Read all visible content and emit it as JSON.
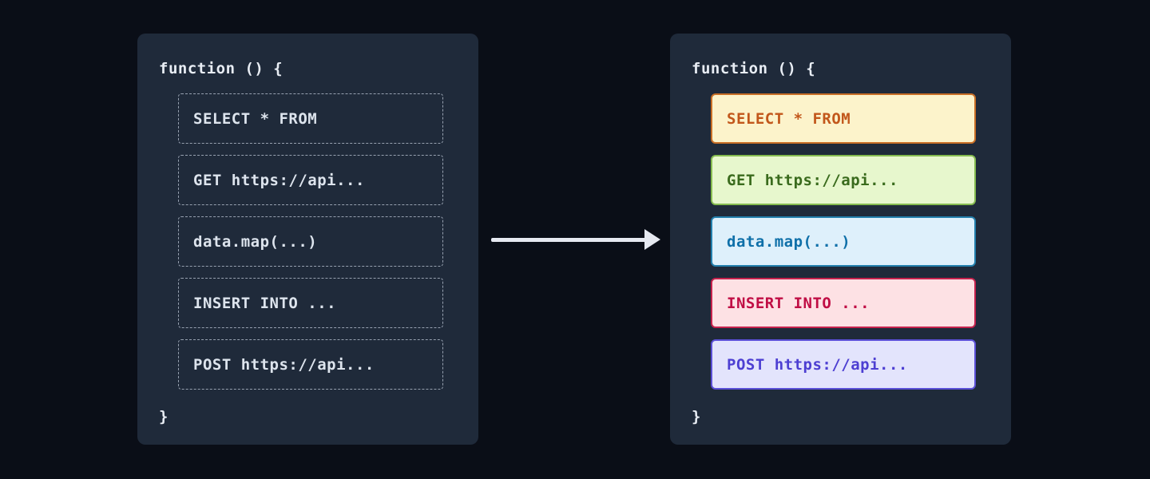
{
  "page": {
    "background": "#0a0e17"
  },
  "before_panel": {
    "background": "#1f2a3a",
    "header_color": "#e8edf4",
    "slot_border": "#97a1b0",
    "slot_text": "#dde4ed",
    "header": "function () {",
    "footer": "}",
    "items": [
      {
        "label": "SELECT * FROM"
      },
      {
        "label": "GET https://api..."
      },
      {
        "label": "data.map(...)"
      },
      {
        "label": "INSERT INTO ..."
      },
      {
        "label": "POST https://api..."
      }
    ]
  },
  "after_panel": {
    "background": "#1f2a3a",
    "header_color": "#e8edf4",
    "header": "function () {",
    "footer": "}",
    "items": [
      {
        "label": "SELECT * FROM",
        "bg": "#fcf3cb",
        "border": "#c96f26",
        "text": "#c2571b"
      },
      {
        "label": "GET https://api...",
        "bg": "#e7f7cd",
        "border": "#85bb4f",
        "text": "#3a6b1d"
      },
      {
        "label": "data.map(...)",
        "bg": "#def0fb",
        "border": "#2380ad",
        "text": "#0f70a9"
      },
      {
        "label": "INSERT INTO ...",
        "bg": "#fde1e4",
        "border": "#c6224d",
        "text": "#c00e45"
      },
      {
        "label": "POST https://api...",
        "bg": "#e3e4fc",
        "border": "#5b50d7",
        "text": "#4d3fd2"
      }
    ]
  },
  "arrow": {
    "color": "#e6e9f1"
  }
}
